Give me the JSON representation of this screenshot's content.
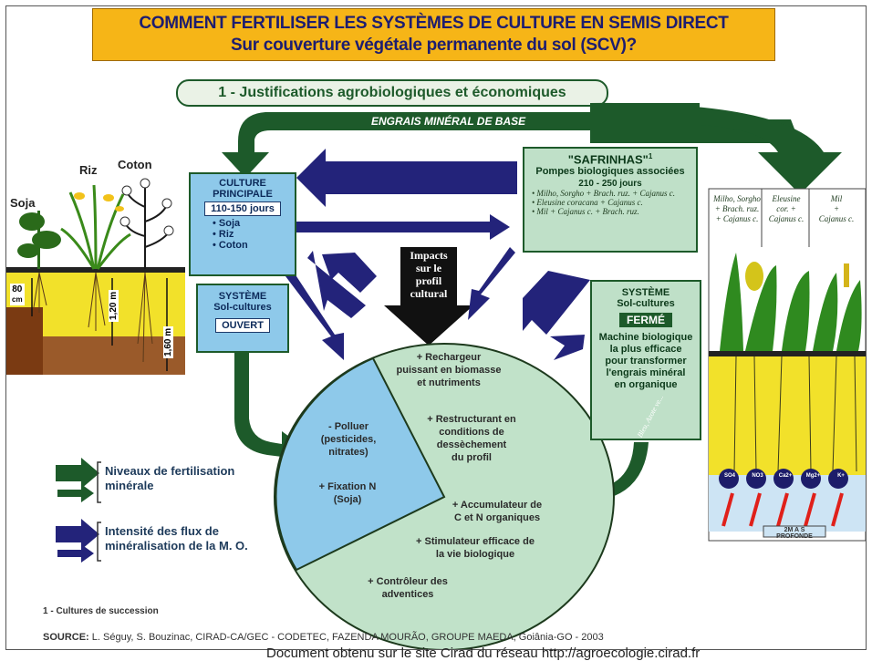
{
  "title": {
    "line1": "COMMENT FERTILISER LES SYSTÈMES DE CULTURE EN SEMIS DIRECT",
    "line2": "Sur couverture végétale permanente du sol (SCV)?"
  },
  "subtitle": "1 - Justifications agrobiologiques et économiques",
  "engrais_label": "ENGRAIS MINÉRAL DE BASE",
  "culture_principale": {
    "title_line1": "CULTURE",
    "title_line2": "PRINCIPALE",
    "days": "110-150 jours",
    "items": [
      "• Soja",
      "• Riz",
      "• Coton"
    ]
  },
  "systeme_ouvert": {
    "line1": "SYSTÈME",
    "line2": "Sol-cultures",
    "tag": "OUVERT"
  },
  "safrinhas": {
    "title": "\"SAFRINHAS\"",
    "title_sup": "1",
    "line1": "Pompes biologiques associées",
    "days": "210 - 250 jours",
    "items": [
      "• Milho, Sorgho + Brach. ruz. + Cajanus c.",
      "• Eleusine coracana + Cajanus c.",
      "• Mil + Cajanus c. + Brach. ruz."
    ]
  },
  "impacts": {
    "l1": "Impacts",
    "l2": "sur le",
    "l3": "profil",
    "l4": "cultural"
  },
  "systeme_ferme": {
    "line1": "SYSTÈME",
    "line2": "Sol-cultures",
    "tag": "FERMÉ",
    "desc": [
      "Machine biologique",
      "la plus efficace",
      "pour transformer",
      "l'engrais minéral",
      "en organique"
    ]
  },
  "circle_left": {
    "polluer": [
      "- Polluer",
      "(pesticides,",
      "nitrates)"
    ],
    "fixation": [
      "+ Fixation N",
      "(Soja)"
    ]
  },
  "circle_right": {
    "r1": [
      "+ Rechargeur",
      "puissant en biomasse",
      "et nutriments"
    ],
    "r2": [
      "+ Restructurant en",
      "conditions de",
      "dessèchement",
      "du profil"
    ],
    "r3": [
      "+ Accumulateur de",
      "C et N organiques"
    ],
    "r4": [
      "+ Stimulateur efficace de",
      "la vie biologique"
    ],
    "r5": [
      "+ Contrôleur des",
      "adventices"
    ]
  },
  "plants_left": {
    "soja": "Soja",
    "riz": "Riz",
    "coton": "Coton",
    "depth1": "80",
    "depth1_unit": "cm",
    "depth2": "1,20 m",
    "depth3": "1,60 m"
  },
  "plants_right": {
    "col1": [
      "Milho, Sorgho",
      "+ Brach. ruz.",
      "+ Cajanus c."
    ],
    "col2": [
      "Eleusine",
      "cor. +",
      "Cajanus c."
    ],
    "col3": [
      "Mil",
      "+",
      "Cajanus c."
    ],
    "nutrients": [
      "SO4",
      "NO3",
      "Ca2+",
      "Mg2+",
      "K+"
    ],
    "depth": "2M A S PROFONDE"
  },
  "recycling_label": "Bleu, Azote ve...",
  "legend": {
    "green": [
      "Niveaux de fertilisation",
      "minérale"
    ],
    "blue": [
      "Intensité des flux de",
      "minéralisation de la M. O."
    ]
  },
  "footnote": "1 - Cultures de succession",
  "source_bold": "SOURCE:",
  "source": "L. Séguy, S. Bouzinac, CIRAD-CA/GEC - CODETEC, FAZENDA MOURÃO, GROUPE MAEDA, Goiânia-GO - 2003",
  "bottom_caption": "Document obtenu sur le site Cirad du réseau http://agroecologie.cirad.fr",
  "colors": {
    "title_bg": "#f6b517",
    "dark_green": "#1d5a2a",
    "navy": "#23237a",
    "light_blue": "#8ec9ea",
    "mint": "#bfe0c8",
    "soil_yellow": "#f2e12a"
  }
}
